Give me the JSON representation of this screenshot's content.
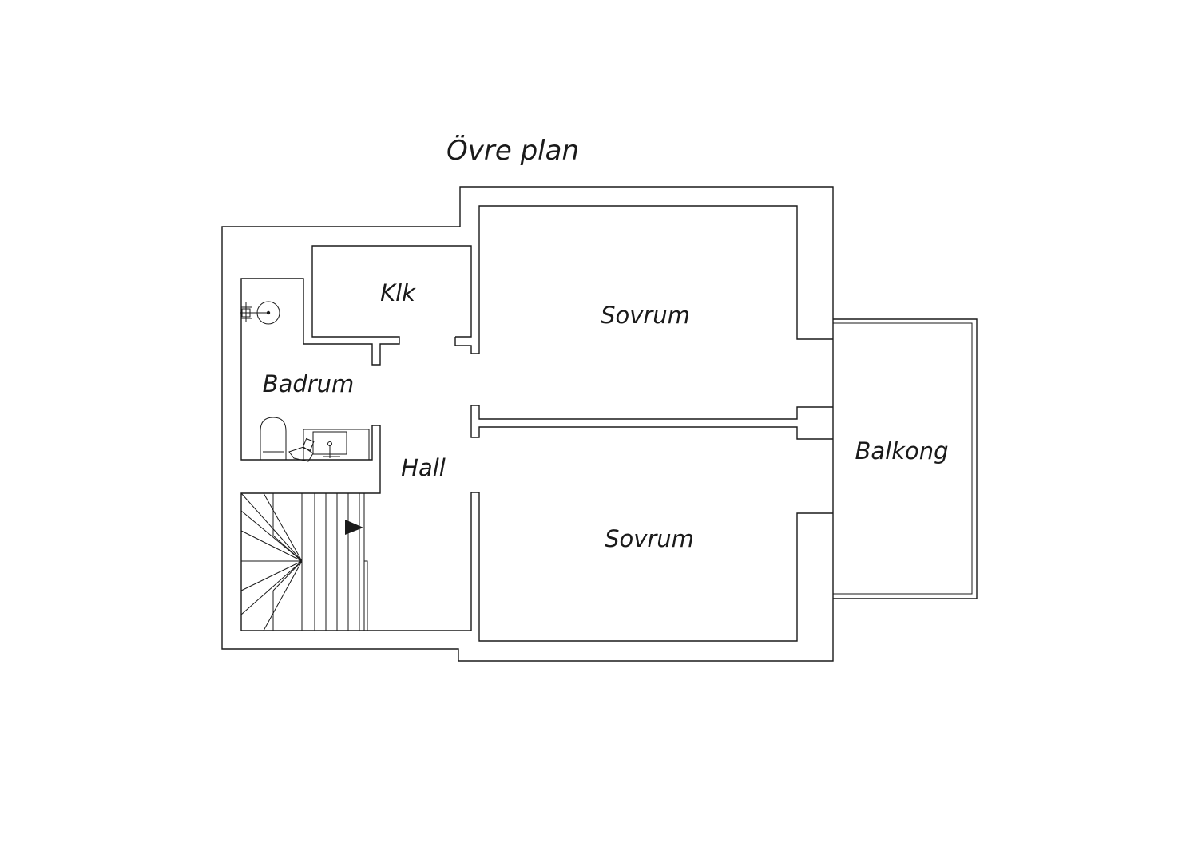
{
  "plan": {
    "title": "Övre plan",
    "rooms": {
      "klk": "Klk",
      "sovrum_upper": "Sovrum",
      "badrum": "Badrum",
      "hall": "Hall",
      "sovrum_lower": "Sovrum",
      "balkong": "Balkong"
    }
  }
}
